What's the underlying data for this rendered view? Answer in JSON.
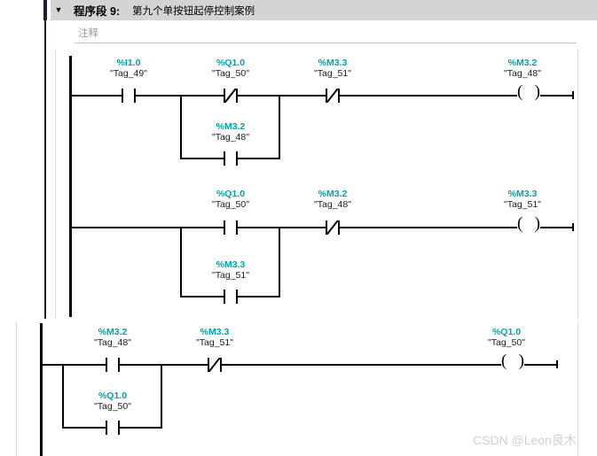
{
  "network": {
    "collapse_icon": "triangle-down-icon",
    "title": "程序段 9:",
    "subtitle": "第九个单按钮起停控制案例",
    "comment_placeholder": "注释"
  },
  "colors": {
    "address_teal": "#04a0a8",
    "header_gray": "#d4d4d4",
    "marker_dark": "#1b2133",
    "wire_black": "#000000",
    "watermark_gray": "#d0d0d0"
  },
  "watermark": "CSDN @Leon良木",
  "rungs": [
    {
      "id": "rung-1",
      "elements": [
        {
          "kind": "contact-no",
          "address": "%I1.0",
          "tag": "\"Tag_49\"",
          "position": "series-1"
        },
        {
          "kind": "contact-nc",
          "address": "%Q1.0",
          "tag": "\"Tag_50\"",
          "position": "series-2"
        },
        {
          "kind": "contact-no",
          "address": "%M3.2",
          "tag": "\"Tag_48\"",
          "position": "parallel-under-series-2"
        },
        {
          "kind": "contact-nc",
          "address": "%M3.3",
          "tag": "\"Tag_51\"",
          "position": "series-3"
        },
        {
          "kind": "coil",
          "address": "%M3.2",
          "tag": "\"Tag_48\"",
          "position": "output"
        }
      ]
    },
    {
      "id": "rung-2",
      "elements": [
        {
          "kind": "contact-no",
          "address": "%Q1.0",
          "tag": "\"Tag_50\"",
          "position": "series-1"
        },
        {
          "kind": "contact-no",
          "address": "%M3.3",
          "tag": "\"Tag_51\"",
          "position": "parallel-under-series-1"
        },
        {
          "kind": "contact-nc",
          "address": "%M3.2",
          "tag": "\"Tag_48\"",
          "position": "series-2"
        },
        {
          "kind": "coil",
          "address": "%M3.3",
          "tag": "\"Tag_51\"",
          "position": "output"
        }
      ]
    },
    {
      "id": "rung-3",
      "elements": [
        {
          "kind": "contact-no",
          "address": "%M3.2",
          "tag": "\"Tag_48\"",
          "position": "series-1"
        },
        {
          "kind": "contact-no",
          "address": "%Q1.0",
          "tag": "\"Tag_50\"",
          "position": "parallel-under-series-1"
        },
        {
          "kind": "contact-nc",
          "address": "%M3.3",
          "tag": "\"Tag_51\"",
          "position": "series-2"
        },
        {
          "kind": "coil",
          "address": "%Q1.0",
          "tag": "\"Tag_50\"",
          "position": "output"
        }
      ]
    }
  ]
}
